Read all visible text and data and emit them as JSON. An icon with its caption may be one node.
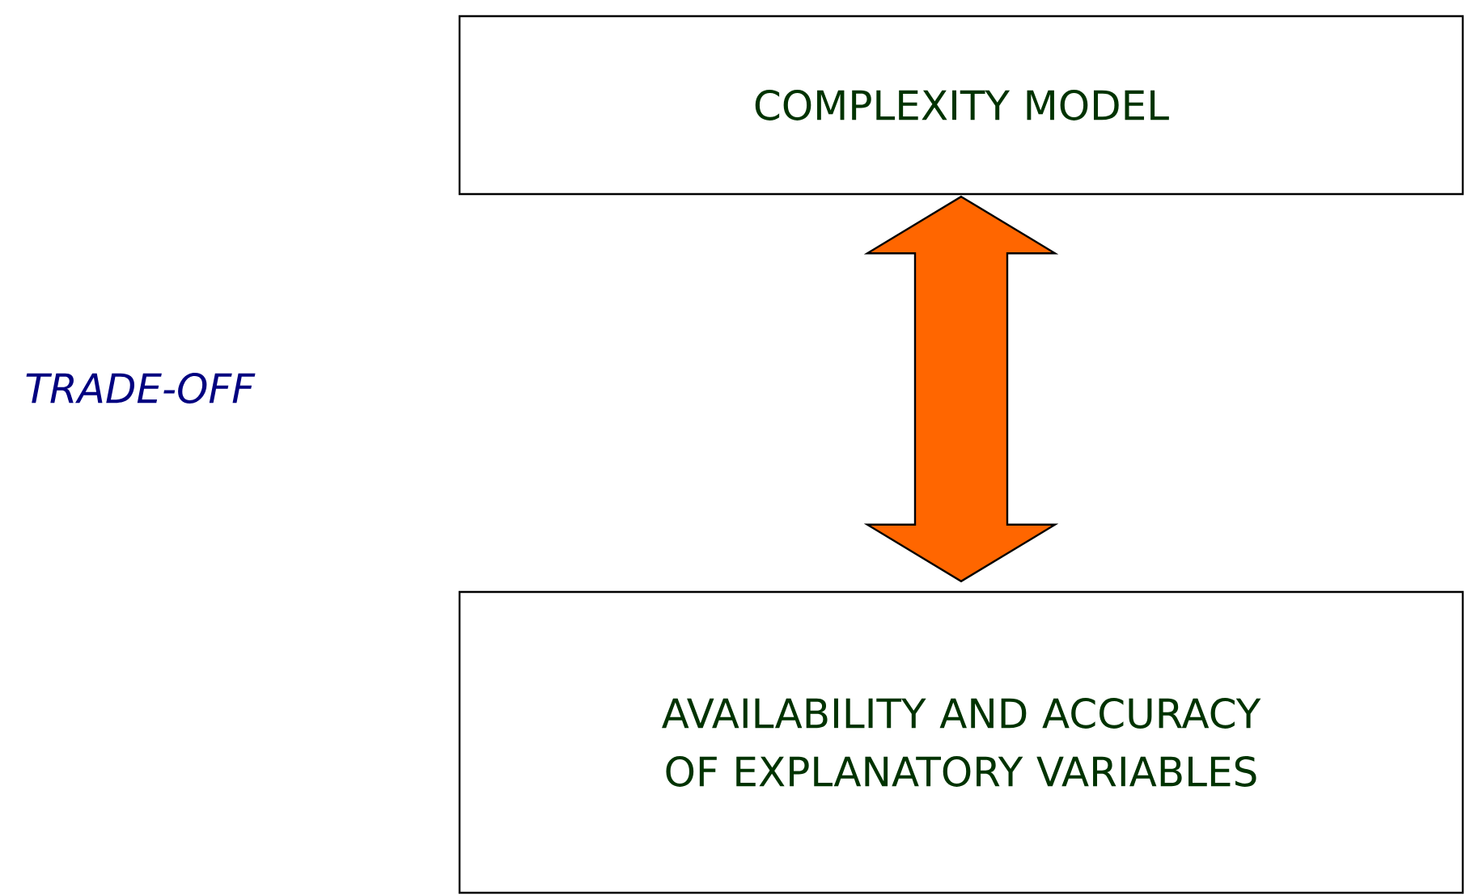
{
  "diagram": {
    "nodes": [
      {
        "text": [
          "COMPLEXITY MODEL"
        ]
      },
      {
        "text": [
          "AVAILABILITY AND ACCURACY OF EXPLANATORY VARIABLES"
        ]
      }
    ],
    "edges": [
      {
        "from": 0,
        "to": 1,
        "arrow": "both",
        "style": "thick",
        "color": "#ff6600"
      }
    ],
    "labels": [
      "TRADE-OFF"
    ]
  }
}
